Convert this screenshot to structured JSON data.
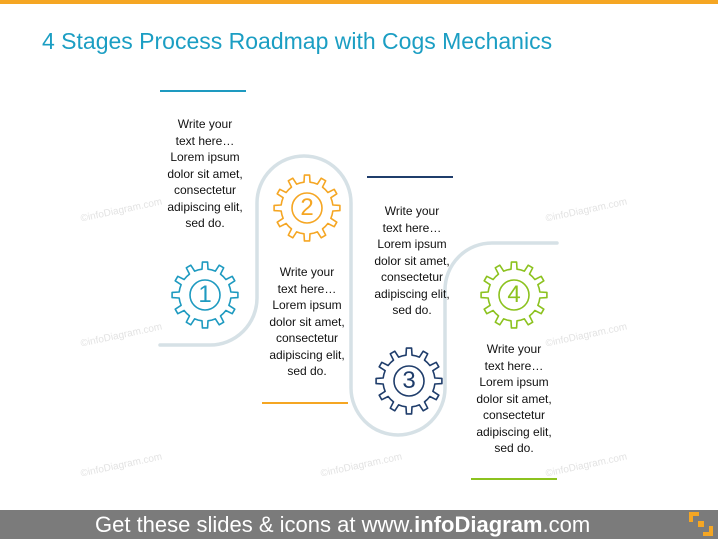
{
  "title": "4 Stages Process Roadmap with Cogs Mechanics",
  "stages": [
    {
      "number": "1",
      "color": "#1e9ac0",
      "text": "Write your\ntext here…\nLorem ipsum\ndolor sit amet,\nconsectetur\nadipiscing elit,\nsed do."
    },
    {
      "number": "2",
      "color": "#f5a623",
      "text": "Write your\ntext here…\nLorem ipsum\ndolor sit amet,\nconsectetur\nadipiscing elit,\nsed do."
    },
    {
      "number": "3",
      "color": "#1f3d6b",
      "text": "Write your\ntext here…\nLorem ipsum\ndolor sit amet,\nconsectetur\nadipiscing elit,\nsed do."
    },
    {
      "number": "4",
      "color": "#8cc21f",
      "text": "Write your\ntext here…\nLorem ipsum\ndolor sit amet,\nconsectetur\nadipiscing elit,\nsed do."
    }
  ],
  "footer": {
    "prefix": "Get these slides & icons at www.",
    "brand": "infoDiagram",
    "suffix": ".com"
  },
  "watermark": "©infoDiagram.com",
  "colors": {
    "accent": "#f5a623",
    "title": "#1b9ec3",
    "road": "#d6e1e6",
    "footer_bg": "#7b7b7b"
  }
}
